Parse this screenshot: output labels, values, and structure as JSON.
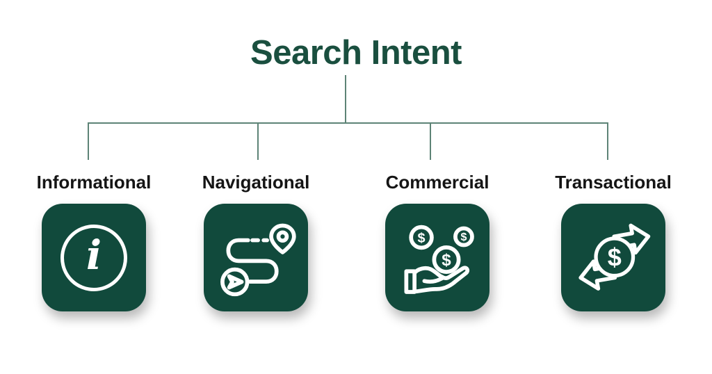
{
  "title": "Search Intent",
  "categories": [
    {
      "id": "informational",
      "label": "Informational",
      "icon": "info-icon"
    },
    {
      "id": "navigational",
      "label": "Navigational",
      "icon": "route-icon"
    },
    {
      "id": "commercial",
      "label": "Commercial",
      "icon": "hand-coins-icon"
    },
    {
      "id": "transactional",
      "label": "Transactional",
      "icon": "exchange-arrows-icon"
    }
  ],
  "glyphs": {
    "info": "i",
    "dollar": "$"
  },
  "colors": {
    "tile": "#114a3c",
    "title_ink": "#1a4f3f",
    "ink": "#151515",
    "connector": "#5d8376",
    "icon": "#ffffff"
  }
}
